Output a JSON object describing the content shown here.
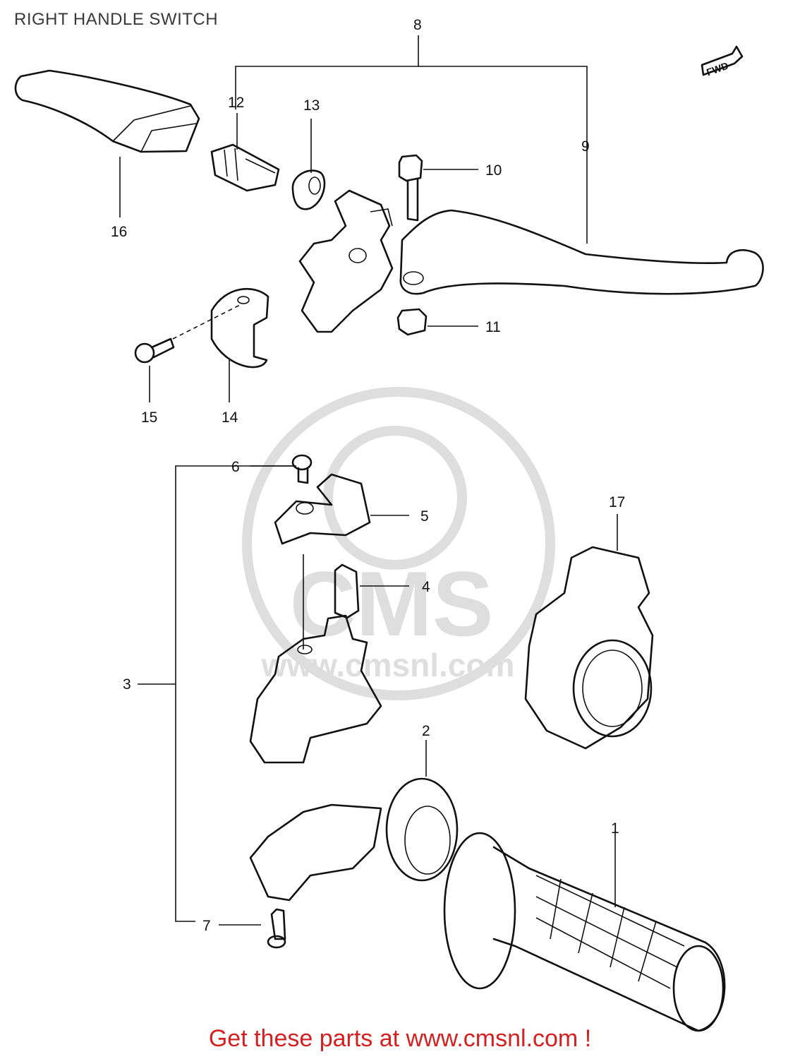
{
  "title": "RIGHT HANDLE SWITCH",
  "fwd_badge": "FWD",
  "watermark": {
    "brand": "CMS",
    "url": "www.cmsnl.com"
  },
  "callouts": [
    "1",
    "2",
    "3",
    "4",
    "5",
    "6",
    "7",
    "8",
    "9",
    "10",
    "11",
    "12",
    "13",
    "14",
    "15",
    "16",
    "17"
  ],
  "footer": "Get these parts at www.cmsnl.com !",
  "colors": {
    "footer_text": "#d42020",
    "line_art": "#111111",
    "watermark": "#dedede"
  }
}
